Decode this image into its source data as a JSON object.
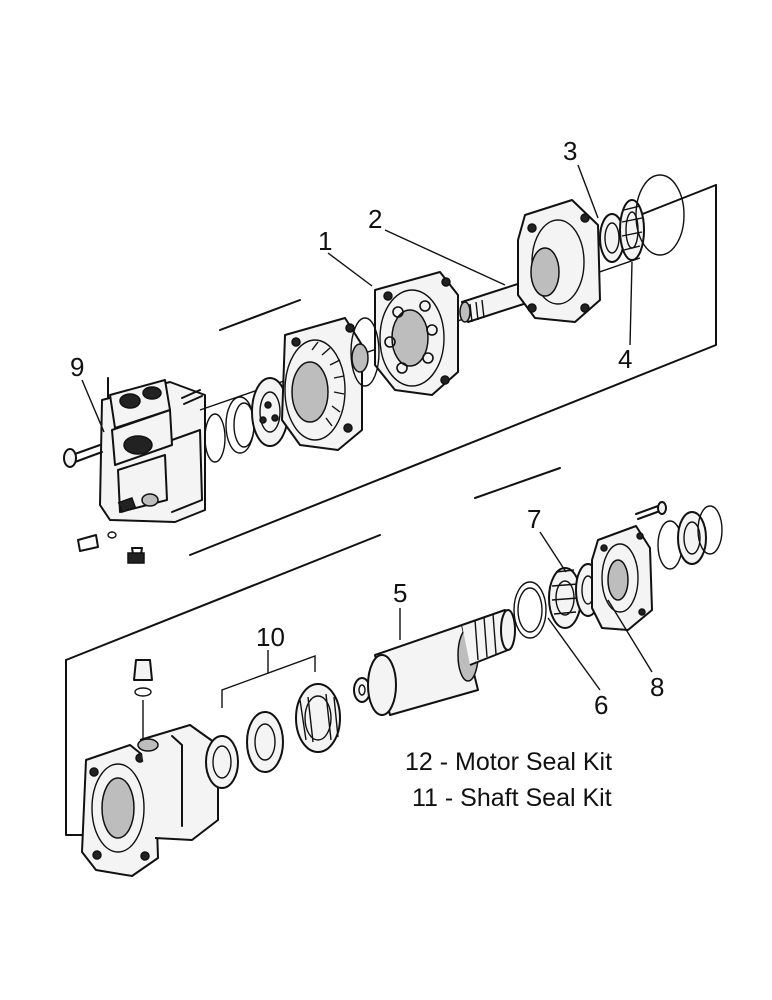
{
  "callouts": {
    "c1": "1",
    "c2": "2",
    "c3": "3",
    "c4": "4",
    "c5": "5",
    "c6": "6",
    "c7": "7",
    "c8": "8",
    "c9": "9",
    "c10": "10"
  },
  "kits": {
    "motor_seal": "12 - Motor Seal Kit",
    "shaft_seal": "11 - Shaft Seal Kit"
  }
}
